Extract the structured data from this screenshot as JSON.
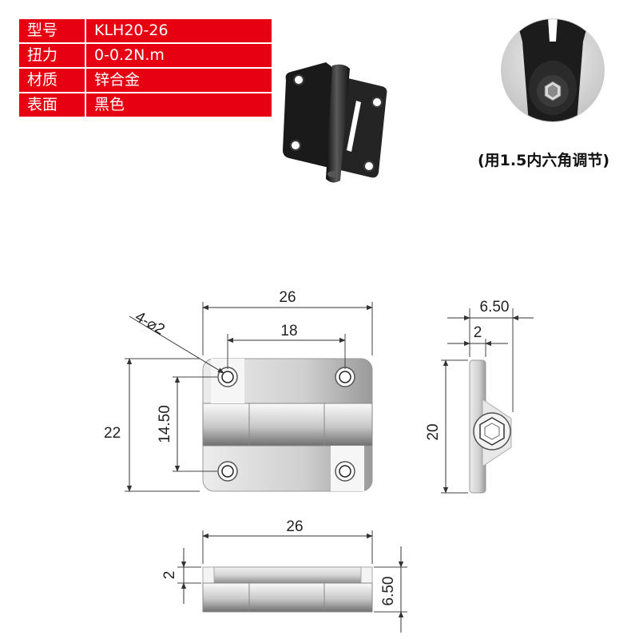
{
  "specs": [
    {
      "label": "型号",
      "value": "KLH20-26"
    },
    {
      "label": "扭力",
      "value": "0-0.2N.m"
    },
    {
      "label": "材质",
      "value": "锌合金"
    },
    {
      "label": "表面",
      "value": "黑色"
    }
  ],
  "caption": "(用1.5内六角调节)",
  "dimensions": {
    "front_width": "26",
    "hole_spacing_h": "18",
    "holes": "4-⌀2",
    "height": "22",
    "hole_spacing_v": "14.50",
    "side_thickness": "6.50",
    "side_plate": "2",
    "side_height": "20",
    "bottom_width": "26",
    "bottom_plate": "2",
    "bottom_thickness": "6.50"
  },
  "colors": {
    "table_red": "#e60012",
    "hinge_black": "#1a1a1a",
    "metal_light": "#e6e6e6",
    "metal_dark": "#9a9a9a"
  },
  "icons": [
    "hinge-photo",
    "hex-socket-closeup-photo"
  ]
}
